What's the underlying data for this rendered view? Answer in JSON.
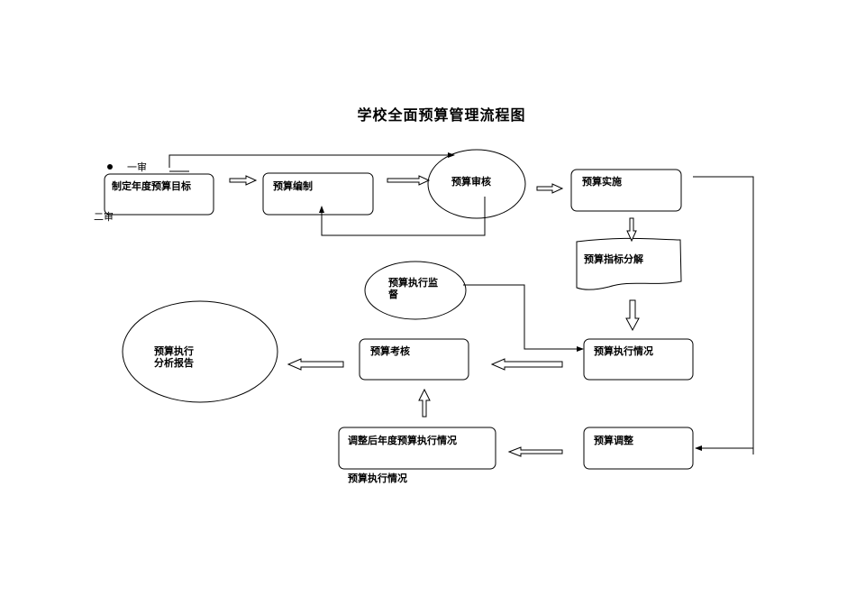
{
  "title": "学校全面预算管理流程图",
  "bullet_text": "一审",
  "side_text": "二审",
  "nodes": {
    "target": "制定年度预算目标",
    "compile": "预算编制",
    "review": "预算审核",
    "implement": "预算实施",
    "decompose": "预算指标分解",
    "supervise": "预算执行监\n督",
    "execution": "预算执行情况",
    "assess": "预算考核",
    "report": "预算执行\n分析报告",
    "adjusted": "调整后年度预算执行情况",
    "adjust": "预算调整"
  },
  "caption_below_adjusted": "预算执行情况"
}
